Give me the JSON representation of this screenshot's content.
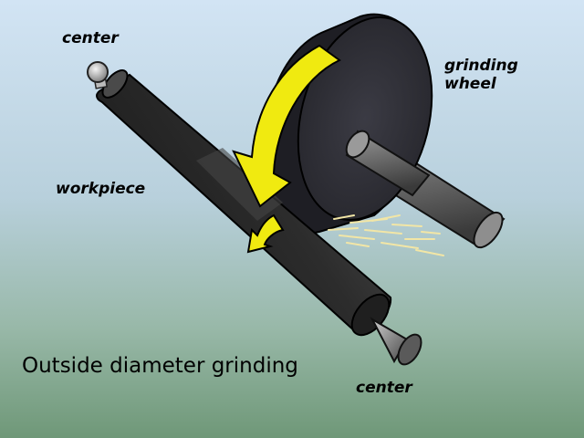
{
  "labels": {
    "center_top": "center",
    "grinding_wheel_line1": "grinding",
    "grinding_wheel_line2": "wheel",
    "workpiece": "workpiece",
    "center_bottom": "center"
  },
  "title": "Outside diameter grinding",
  "colors": {
    "arrow": "#f0ea10",
    "wheel": "#2a2a30",
    "workpiece": "#333333",
    "shaft": "#666666"
  }
}
